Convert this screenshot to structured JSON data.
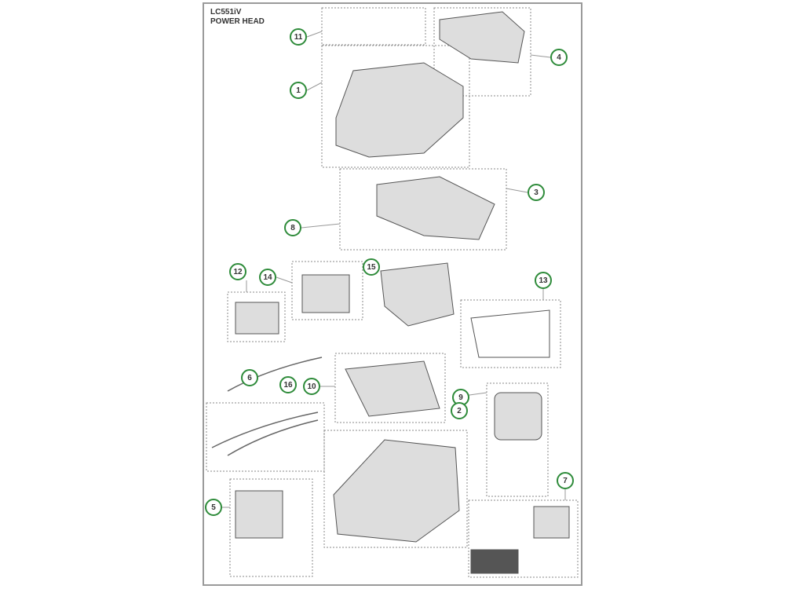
{
  "title": {
    "model": "LC551iV",
    "section": "POWER HEAD"
  },
  "callouts": [
    "11",
    "4",
    "1",
    "3",
    "8",
    "15",
    "12",
    "14",
    "13",
    "6",
    "16",
    "10",
    "9",
    "2",
    "7",
    "5"
  ],
  "colors": {
    "callout": "#2e8b3a",
    "frame": "#9a9a9a",
    "part": "#bdbdbd"
  }
}
